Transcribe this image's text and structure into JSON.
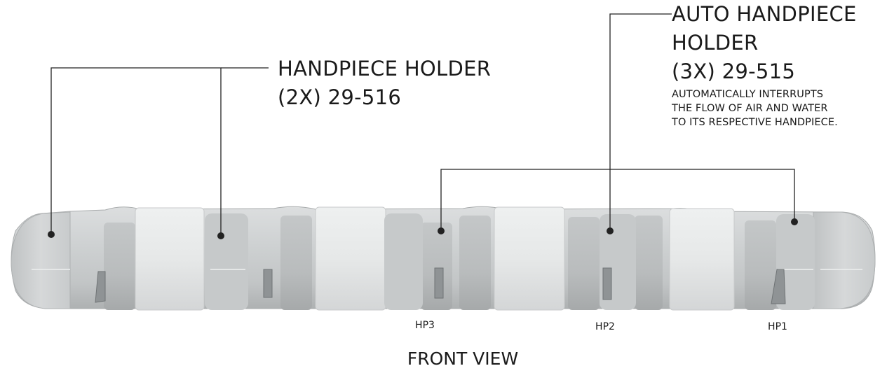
{
  "callouts": {
    "handpiece_holder": {
      "line1": "HANDPIECE HOLDER",
      "line2": "(2X) 29-516"
    },
    "auto_handpiece_holder": {
      "line1": "AUTO HANDPIECE",
      "line2": "HOLDER",
      "line3": "(3X) 29-515",
      "note1": "AUTOMATICALLY INTERRUPTS",
      "note2": "THE FLOW OF AIR AND WATER",
      "note3": "TO ITS RESPECTIVE HANDPIECE."
    }
  },
  "positions": [
    "HP3",
    "HP2",
    "HP1"
  ],
  "view_title": "FRONT VIEW",
  "colors": {
    "line": "#222222",
    "body_dark": "#b8bbbc",
    "body_mid": "#c9cccd",
    "body_light": "#e4e6e7",
    "slot": "#9fa3a5"
  }
}
